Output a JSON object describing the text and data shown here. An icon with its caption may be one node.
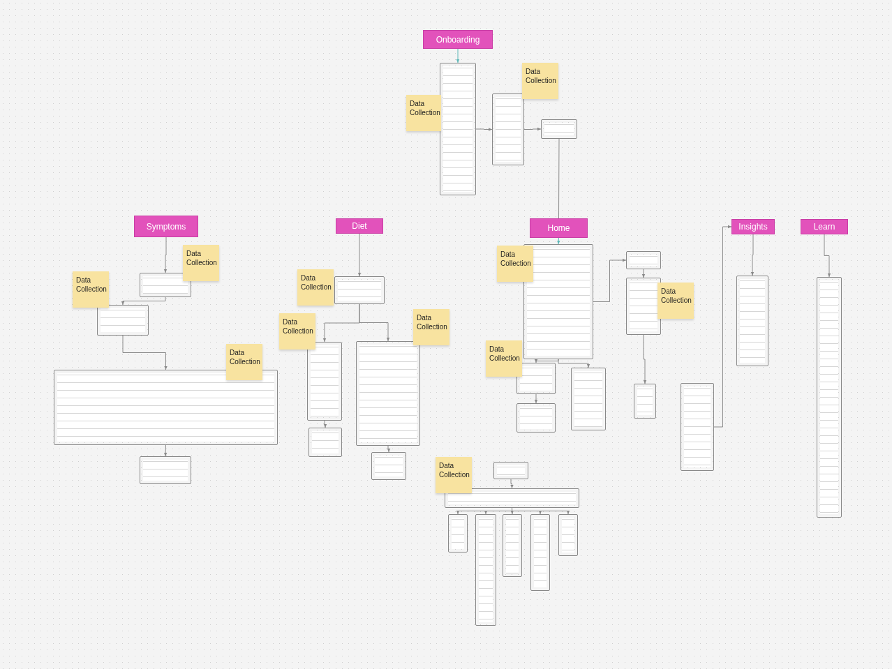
{
  "diagram": {
    "nodes": [
      {
        "text": [
          "Onboarding"
        ]
      },
      {
        "text": [
          "Symptoms"
        ]
      },
      {
        "text": [
          "Diet"
        ]
      },
      {
        "text": [
          "Home"
        ]
      },
      {
        "text": [
          "Insights"
        ]
      },
      {
        "text": [
          "Learn"
        ]
      },
      {
        "text": [
          "Data Collection"
        ]
      },
      {
        "text": [
          "Data Collection"
        ]
      },
      {
        "text": [
          "Data Collection"
        ]
      },
      {
        "text": [
          "Data Collection"
        ]
      },
      {
        "text": [
          "Data Collection"
        ]
      },
      {
        "text": [
          "Data Collection"
        ]
      },
      {
        "text": [
          "Data Collection"
        ]
      },
      {
        "text": [
          "Data Collection"
        ]
      },
      {
        "text": [
          "Data Collection"
        ]
      },
      {
        "text": [
          "Data Collection"
        ]
      },
      {
        "text": [
          "Data Collection"
        ]
      },
      {
        "text": [
          "Data Collection"
        ]
      },
      {
        "text": [],
        "shape": "box"
      },
      {
        "text": [],
        "shape": "box"
      },
      {
        "text": [],
        "shape": "box"
      },
      {
        "text": [],
        "shape": "box"
      },
      {
        "text": [],
        "shape": "box"
      },
      {
        "text": [],
        "shape": "box"
      },
      {
        "text": [],
        "shape": "box"
      },
      {
        "text": [],
        "shape": "box"
      },
      {
        "text": [],
        "shape": "box"
      },
      {
        "text": [],
        "shape": "box"
      },
      {
        "text": [],
        "shape": "box"
      },
      {
        "text": [],
        "shape": "box"
      },
      {
        "text": [],
        "shape": "box"
      },
      {
        "text": [],
        "shape": "box"
      },
      {
        "text": [],
        "shape": "box"
      },
      {
        "text": [],
        "shape": "box"
      },
      {
        "text": [],
        "shape": "box"
      },
      {
        "text": [],
        "shape": "box"
      },
      {
        "text": [],
        "shape": "box"
      },
      {
        "text": [],
        "shape": "box"
      },
      {
        "text": [],
        "shape": "box"
      },
      {
        "text": [],
        "shape": "box"
      },
      {
        "text": [],
        "shape": "box"
      },
      {
        "text": [],
        "shape": "box"
      },
      {
        "text": [],
        "shape": "box"
      },
      {
        "text": [],
        "shape": "box"
      },
      {
        "text": [],
        "shape": "box"
      },
      {
        "text": [],
        "shape": "box"
      },
      {
        "text": [],
        "shape": "box"
      }
    ],
    "edges": [
      {
        "from": 0,
        "to": 18,
        "arrow": "to",
        "color": "#5fb8b8"
      },
      {
        "from": 18,
        "to": 19,
        "arrow": "to"
      },
      {
        "from": 19,
        "to": 20,
        "arrow": "to"
      },
      {
        "from": 20,
        "to": 3,
        "arrow": "none"
      },
      {
        "from": 3,
        "to": 30,
        "arrow": "to",
        "color": "#5fb8b8"
      },
      {
        "from": 1,
        "to": 21,
        "arrow": "to"
      },
      {
        "from": 2,
        "to": 25,
        "arrow": "to"
      },
      {
        "from": 4,
        "to": 33,
        "arrow": "to"
      },
      {
        "from": 5,
        "to": 34,
        "arrow": "to"
      },
      {
        "from": 21,
        "to": 22,
        "arrow": "to"
      },
      {
        "from": 22,
        "to": 23,
        "arrow": "to"
      },
      {
        "from": 23,
        "to": 24,
        "arrow": "to"
      },
      {
        "from": 25,
        "to": 26,
        "arrow": "to"
      },
      {
        "from": 25,
        "to": 27,
        "arrow": "to"
      },
      {
        "from": 26,
        "to": 28,
        "arrow": "to"
      },
      {
        "from": 27,
        "to": 29,
        "arrow": "to"
      },
      {
        "from": 31,
        "to": 32,
        "arrow": "to"
      },
      {
        "from": 30,
        "to": 31,
        "arrow": "to"
      },
      {
        "from": 30,
        "to": 35,
        "arrow": "to"
      },
      {
        "from": 35,
        "to": 36,
        "arrow": "to"
      },
      {
        "from": 30,
        "to": 37,
        "arrow": "to"
      },
      {
        "from": 32,
        "to": 38,
        "arrow": "to"
      },
      {
        "from": 39,
        "to": 4,
        "arrow": "to"
      },
      {
        "from": 40,
        "to": 41,
        "arrow": "to"
      },
      {
        "from": 41,
        "to": 42,
        "arrow": "to"
      },
      {
        "from": 41,
        "to": 43,
        "arrow": "to"
      },
      {
        "from": 41,
        "to": 44,
        "arrow": "to"
      },
      {
        "from": 41,
        "to": 45,
        "arrow": "to"
      },
      {
        "from": 41,
        "to": 46,
        "arrow": "to"
      }
    ]
  }
}
